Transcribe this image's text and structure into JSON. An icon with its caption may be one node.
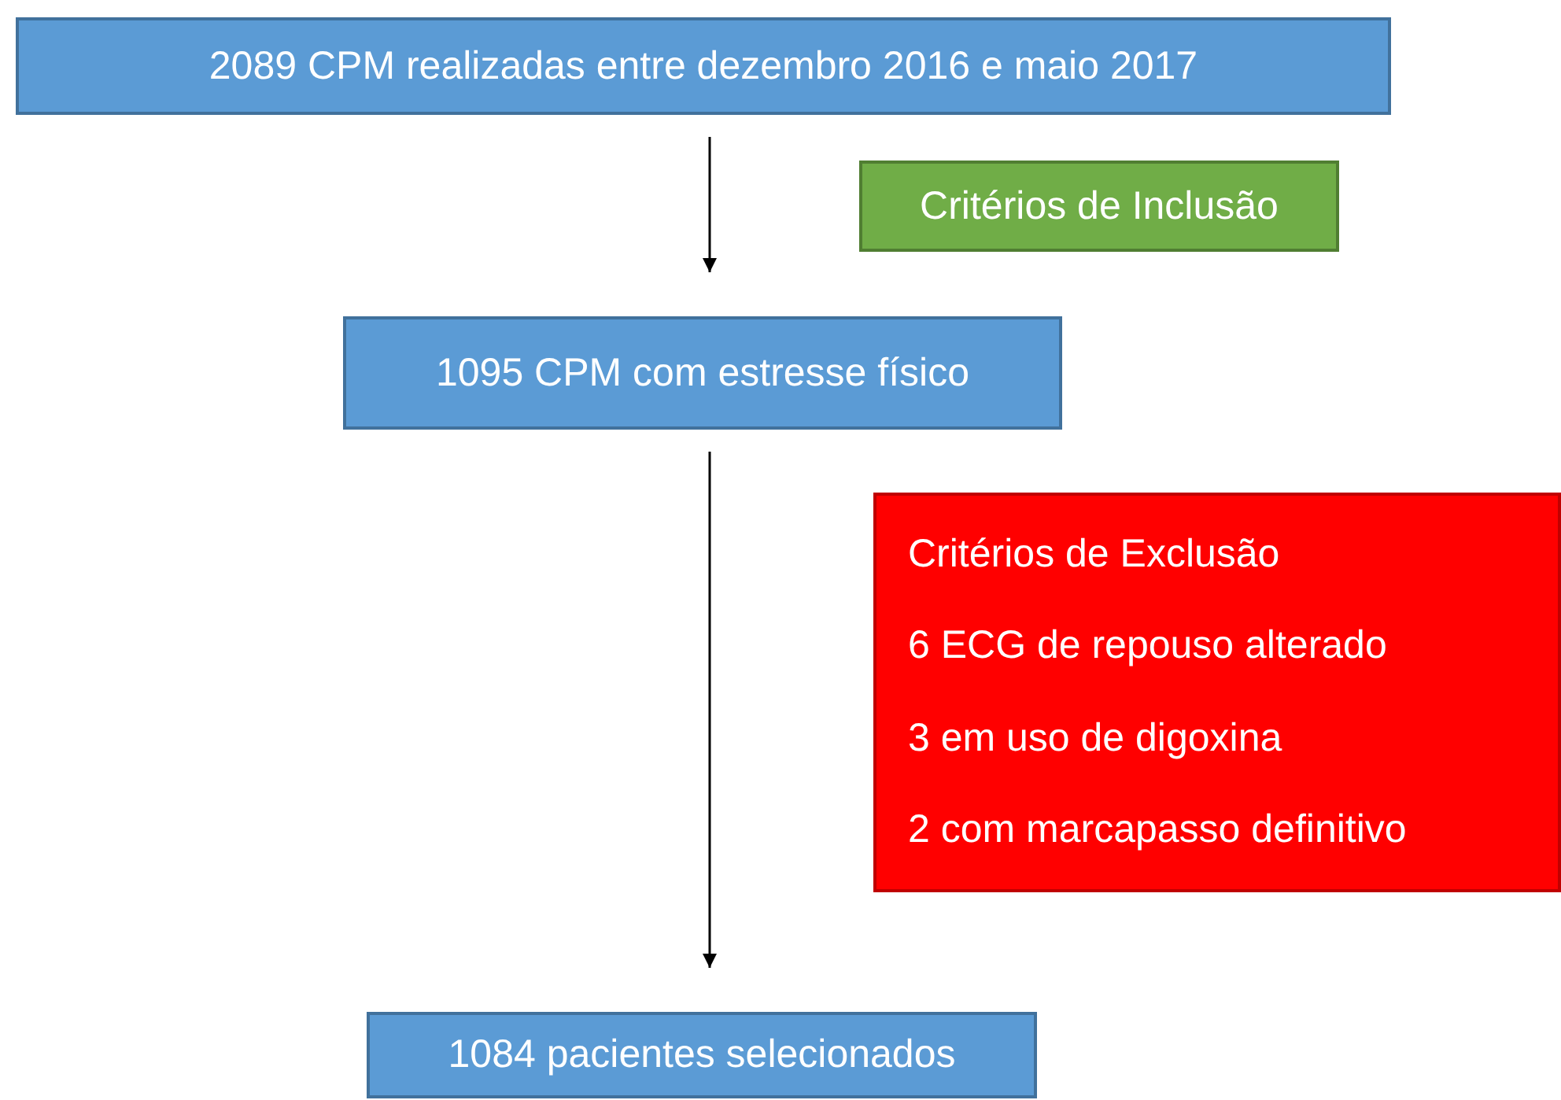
{
  "diagram": {
    "nodes": [
      {
        "text": [
          "2089 CPM realizadas entre dezembro 2016 e maio 2017"
        ]
      },
      {
        "text": [
          "Critérios de Inclusão"
        ]
      },
      {
        "text": [
          "1095 CPM com estresse físico"
        ]
      },
      {
        "text": [
          "Critérios de Exclusão",
          "6 ECG de repouso alterado",
          "3 em uso de digoxina",
          "2 com marcapasso definitivo"
        ]
      },
      {
        "text": [
          "1084 pacientes selecionados"
        ]
      }
    ],
    "edges": [
      {
        "from": 0,
        "to": 2,
        "arrow": "to"
      },
      {
        "from": 2,
        "to": 4,
        "arrow": "to"
      }
    ]
  }
}
